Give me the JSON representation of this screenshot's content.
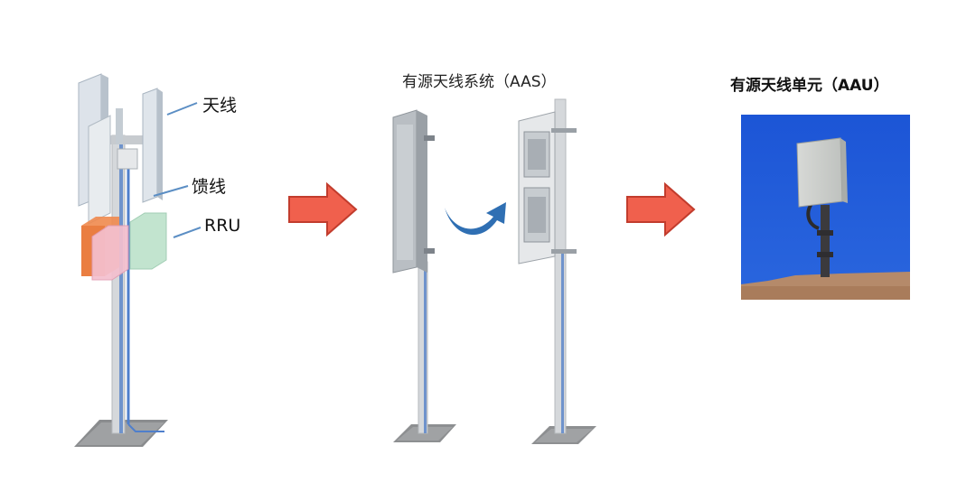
{
  "traditional": {
    "antenna_label": "天线",
    "feeder_label": "馈线",
    "rru_label": "RRU"
  },
  "aas": {
    "title": "有源天线系统（AAS）"
  },
  "aau": {
    "title": "有源天线单元（AAU）"
  },
  "colors": {
    "arrow_fill": "#f0604d",
    "arrow_stroke": "#c23c2d",
    "curved_arrow": "#2f6fb3",
    "sky": "#1d59d8",
    "pole": "#cfd3d6",
    "pole_blue": "#5a87c9",
    "rru_orange": "#f08a4e",
    "rru_pink": "#f2b8c8",
    "rru_green": "#b8e0c8"
  }
}
